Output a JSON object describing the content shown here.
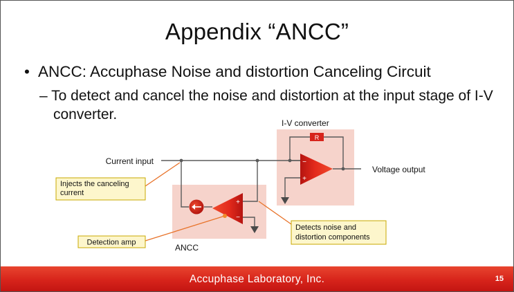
{
  "slide": {
    "title": "Appendix  “ANCC”",
    "bullet": "ANCC: Accuphase Noise and distortion Canceling Circuit",
    "sub_bullet": "To detect and cancel the noise and distortion at the input stage of I-V converter."
  },
  "diagram": {
    "iv_block_label": "I-V converter",
    "resistor_label": "R",
    "current_input_label": "Current input",
    "voltage_output_label": "Voltage output",
    "ancc_label": "ANCC",
    "opamp_minus": "−",
    "opamp_plus": "+",
    "callouts": {
      "injects": "Injects the canceling current",
      "detection": "Detection amp",
      "detects": "Detects noise and distortion components"
    }
  },
  "footer": {
    "company": "Accuphase  Laboratory,  Inc.",
    "page_number": "15"
  },
  "colors": {
    "accent_red": "#d7241b",
    "opamp_red": "#e02a1d",
    "block_fill": "#f6d3cb",
    "callout_fill": "#fdf6cc",
    "callout_border": "#c8a800",
    "wire": "#5a5a5a",
    "leader_orange": "#e8732a"
  }
}
